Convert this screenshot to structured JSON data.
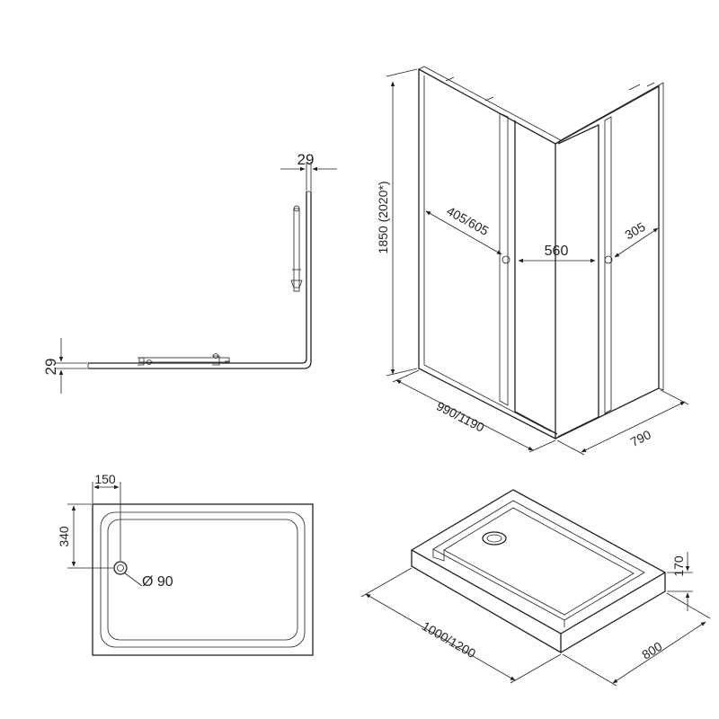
{
  "top_view": {
    "dim_side_thickness": "29",
    "dim_front_thickness": "29"
  },
  "enclosure_3d": {
    "dim_height": "1850 (2020*)",
    "dim_door_panel": "405/605",
    "dim_opening": "560",
    "dim_side_panel": "305",
    "dim_width": "990/1190",
    "dim_depth": "790"
  },
  "tray_plan": {
    "dim_drain_x": "150",
    "dim_drain_y": "340",
    "dim_drain_diameter": "Ø 90"
  },
  "tray_3d": {
    "dim_tray_height": "170",
    "dim_tray_length": "1000/1200",
    "dim_tray_width": "800"
  },
  "colors": {
    "line": "#231f20",
    "background": "#ffffff"
  }
}
